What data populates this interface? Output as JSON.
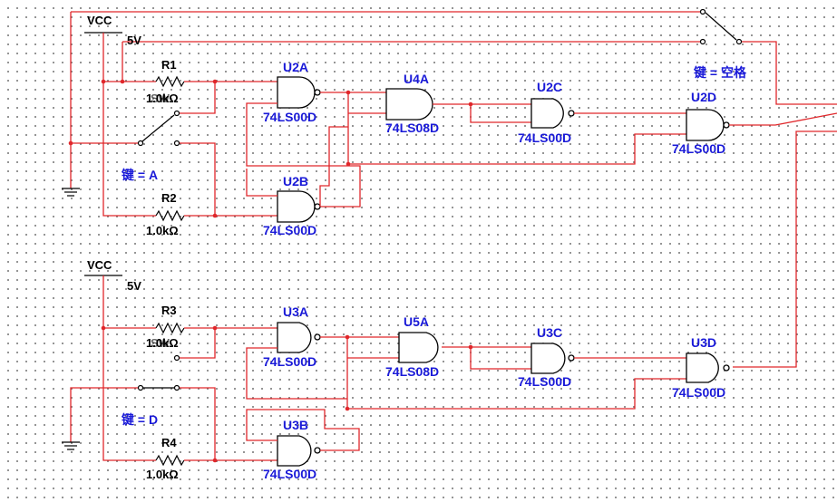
{
  "upper": {
    "vcc": "VCC",
    "volt": "5V",
    "r_top": {
      "name": "R1",
      "value": "1.0kΩ",
      "overlap": "SW"
    },
    "r_bot": {
      "name": "R2",
      "value": "1.0kΩ"
    },
    "key": "键 = A",
    "gates": {
      "g1": {
        "name": "U2A",
        "part": "74LS00D"
      },
      "g2": {
        "name": "U2B",
        "part": "74LS00D"
      },
      "g3": {
        "name": "U4A",
        "part": "74LS08D"
      },
      "g4": {
        "name": "U2C",
        "part": "74LS00D"
      },
      "g5": {
        "name": "U2D",
        "part": "74LS00D"
      }
    }
  },
  "lower": {
    "vcc": "VCC",
    "volt": "5V",
    "r_top": {
      "name": "R3",
      "value": "1.0kΩ",
      "overlap": "SW"
    },
    "r_bot": {
      "name": "R4",
      "value": "1.0kΩ"
    },
    "key": "键 = D",
    "gates": {
      "g1": {
        "name": "U3A",
        "part": "74LS00D"
      },
      "g2": {
        "name": "U3B",
        "part": "74LS00D"
      },
      "g3": {
        "name": "U5A",
        "part": "74LS08D"
      },
      "g4": {
        "name": "U3C",
        "part": "74LS00D"
      },
      "g5": {
        "name": "U3D",
        "part": "74LS00D"
      }
    }
  },
  "space_key": "键 = 空格"
}
